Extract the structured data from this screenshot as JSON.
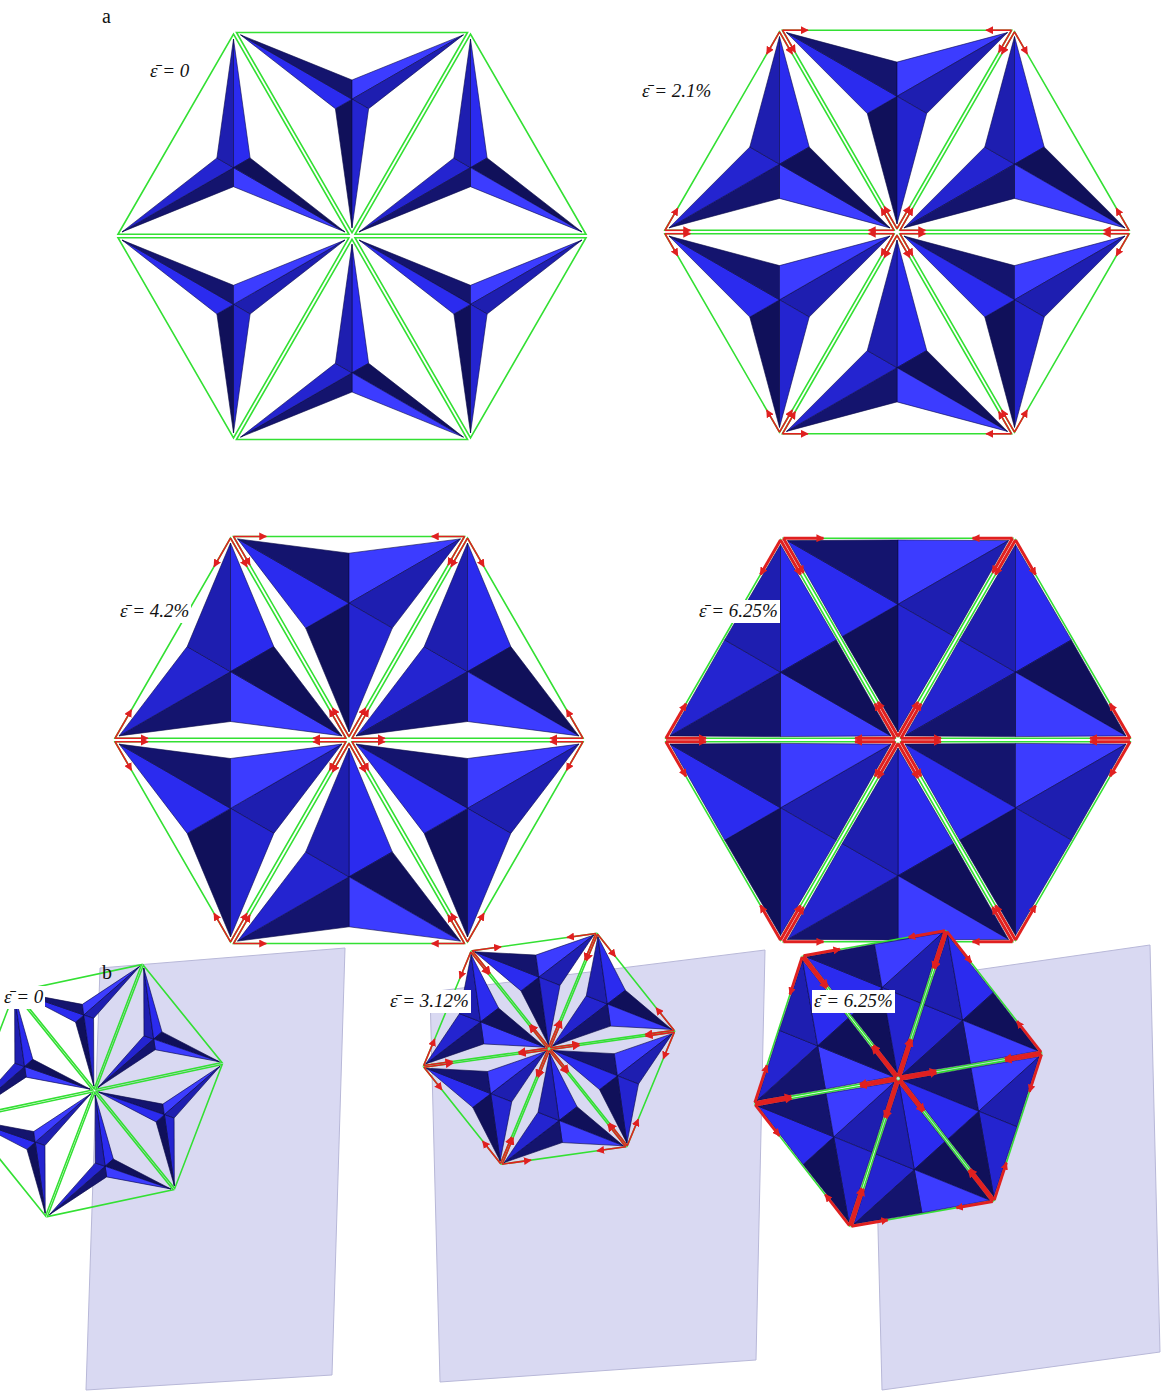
{
  "diagram": {
    "labels": [
      "a",
      "ε̄ = 0",
      "ε̄ = 2.1%",
      "ε̄ = 4.2%",
      "ε̄ = 6.25%",
      "b",
      "ε̄ = 0",
      "ε̄ = 3.12%",
      "ε̄ = 6.25%"
    ]
  }
}
